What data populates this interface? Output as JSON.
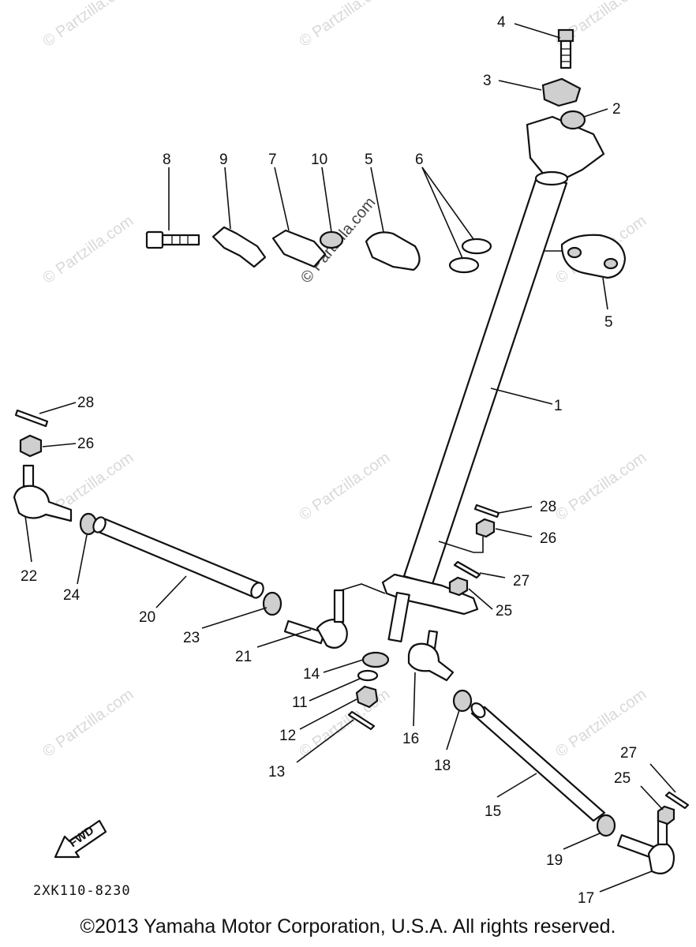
{
  "watermark": "© Partzilla.com",
  "diagram_code": "2XK110-8230",
  "fwd_label": "FWD",
  "copyright": "©2013 Yamaha Motor Corporation, U.S.A. All rights reserved.",
  "callouts": {
    "c1": "1",
    "c2": "2",
    "c3": "3",
    "c4": "4",
    "c5a": "5",
    "c5b": "5",
    "c6": "6",
    "c7": "7",
    "c8": "8",
    "c9": "9",
    "c10": "10",
    "c11": "11",
    "c12": "12",
    "c13": "13",
    "c14": "14",
    "c15": "15",
    "c16": "16",
    "c17": "17",
    "c18": "18",
    "c19": "19",
    "c20": "20",
    "c21": "21",
    "c22": "22",
    "c23": "23",
    "c24": "24",
    "c25a": "25",
    "c25b": "25",
    "c26a": "26",
    "c26b": "26",
    "c27a": "27",
    "c27b": "27",
    "c28a": "28",
    "c28b": "28"
  }
}
